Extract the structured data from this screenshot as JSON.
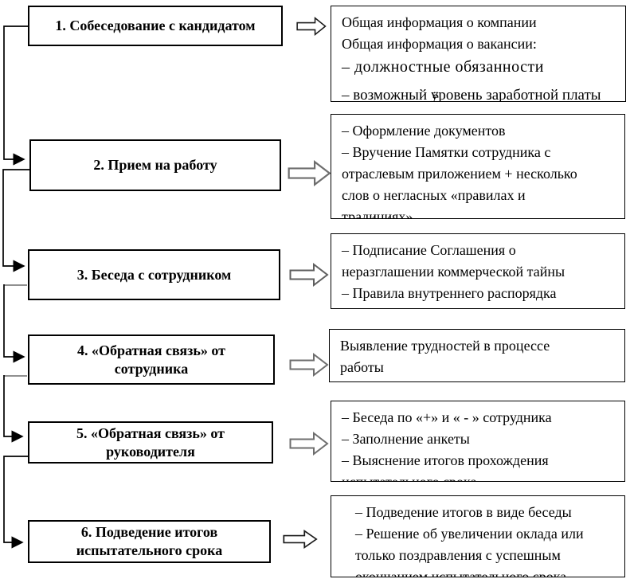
{
  "colors": {
    "background": "#ffffff",
    "box_border": "#000000",
    "connector": "#000000",
    "connector_light": "#808080",
    "block_arrow_dark": "#1a1a1a",
    "block_arrow_gray": "#6e6e6e"
  },
  "steps": [
    {
      "title_lines": [
        "1. Собеседование с кандидатом"
      ],
      "details": [
        "Общая информация о компании",
        "Общая информация о вакансии:",
        "– должностные обязанности",
        "– возможный уровень заработной платы",
        "ё"
      ]
    },
    {
      "title_lines": [
        "2. Прием на работу"
      ],
      "details": [
        "– Оформление документов",
        "– Вручение Памятки  сотрудника с",
        "отраслевым приложением + несколько",
        "слов о негласных «правилах и",
        "традициях»"
      ]
    },
    {
      "title_lines": [
        "3. Беседа с сотрудником"
      ],
      "details": [
        "– Подписание Соглашения о",
        "неразглашении коммерческой тайны",
        "– Правила внутреннего распорядка"
      ]
    },
    {
      "title_lines": [
        "4. «Обратная связь» от",
        "сотрудника"
      ],
      "details": [
        "Выявление трудностей в процессе",
        "работы"
      ]
    },
    {
      "title_lines": [
        "5. «Обратная связь» от",
        "руководителя"
      ],
      "details": [
        "– Беседа по «+» и  « - » сотрудника",
        "– Заполнение анкеты",
        "– Выяснение итогов прохождения",
        "испытательного срока"
      ]
    },
    {
      "title_lines": [
        "6. Подведение итогов",
        "испытательного срока"
      ],
      "details": [
        "– Подведение итогов в виде беседы",
        "– Решение об увеличении оклада или",
        "только поздравления с успешным",
        "окончанием испытательного срока"
      ]
    }
  ]
}
